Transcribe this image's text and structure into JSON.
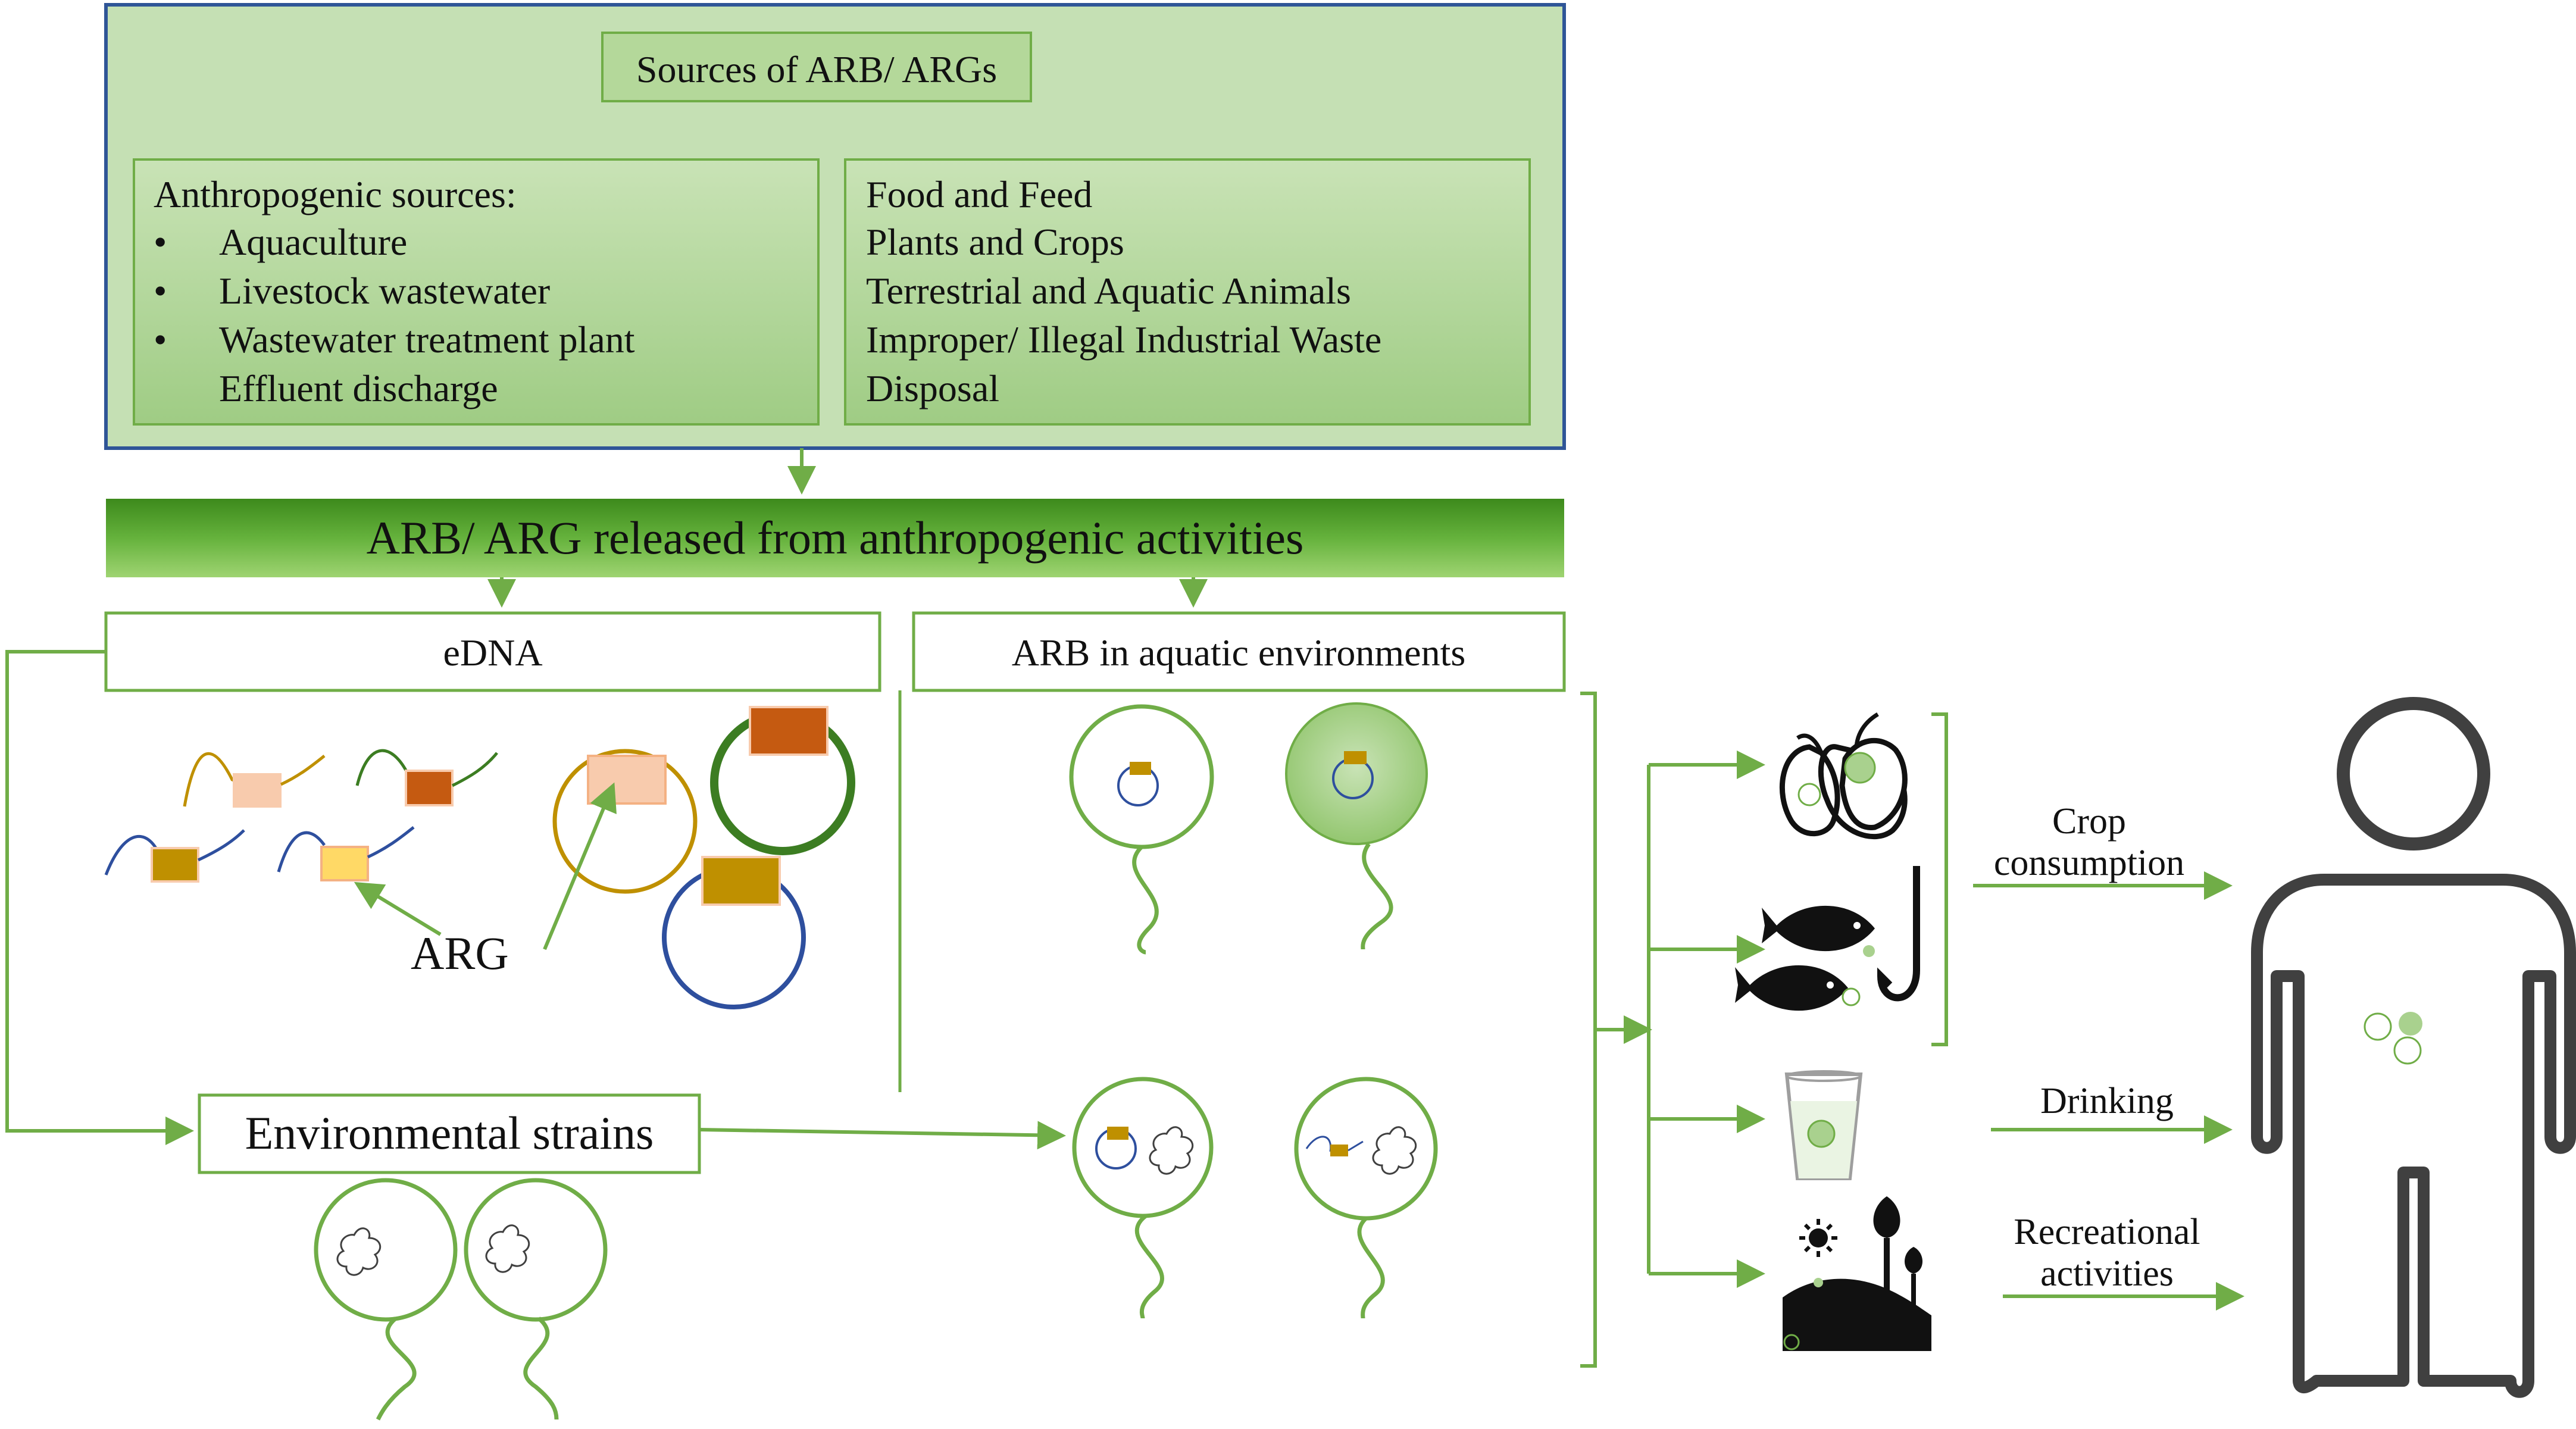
{
  "colors": {
    "green": "#70ad47",
    "light_green_fill": "#c5e0b4",
    "mid_green_fill": "#a9d18e",
    "banner_dark": "#3f8a1d",
    "banner_light": "#9bd06d",
    "outer_box_border": "#2f5597",
    "blue_plasmid": "#2e4f9e",
    "gold": "#bf9000",
    "dark_green_ring": "#3c7d22",
    "orange_dark": "#c55a11",
    "orange_light": "#f8cbad",
    "gold_box": "#bf9000",
    "yellow_box": "#ffd966",
    "human_outline": "#404040",
    "icon_black": "#111111"
  },
  "sources": {
    "title": "Sources of ARB/ ARGs",
    "left_box": {
      "heading": "Anthropogenic sources:",
      "items": [
        "Aquaculture",
        "Livestock wastewater",
        "Wastewater treatment plant"
      ],
      "continuation": "Effluent discharge",
      "bullet": "•"
    },
    "right_box": {
      "lines": [
        "Food and Feed",
        "Plants and Crops",
        "Terrestrial and Aquatic Animals",
        "Improper/ Illegal Industrial Waste",
        "Disposal"
      ]
    }
  },
  "banner": {
    "text": "ARB/ ARG released from anthropogenic activities"
  },
  "edna": {
    "label": "eDNA",
    "arg_label": "ARG"
  },
  "aquatic": {
    "label": "ARB in aquatic environments"
  },
  "strains": {
    "label": "Environmental strains"
  },
  "exposure": {
    "crop": [
      "Crop",
      "consumption"
    ],
    "drinking": "Drinking",
    "recreational": [
      "Recreational",
      "activities"
    ]
  },
  "icons": [
    "fruit-vegetable-icon",
    "fish-hook-icon",
    "water-glass-icon",
    "landscape-icon",
    "human-icon",
    "bacterium-icon",
    "plasmid-icon",
    "chromosome-icon"
  ]
}
